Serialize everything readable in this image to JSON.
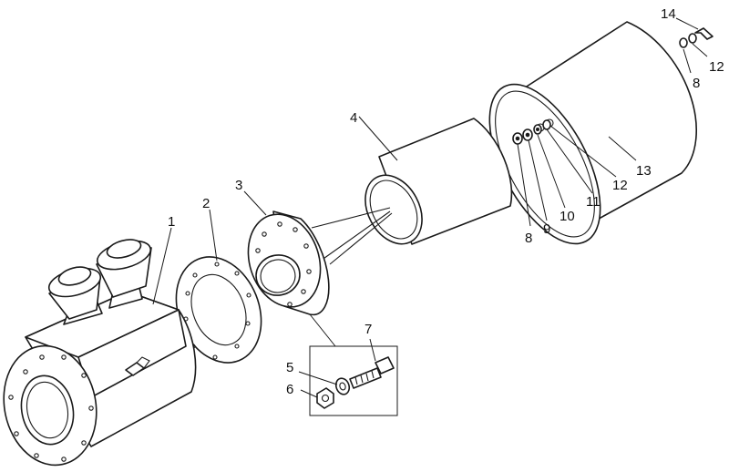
{
  "labels": {
    "l1": "1",
    "l2": "2",
    "l3": "3",
    "l4": "4",
    "l5": "5",
    "l6": "6",
    "l7": "7",
    "l8a": "8",
    "l9": "9",
    "l10": "10",
    "l11": "11",
    "l12a": "12",
    "l13": "13",
    "l8b": "8",
    "l12b": "12",
    "l14": "14"
  },
  "colors": {
    "line": "#1a1a1a",
    "background": "#ffffff"
  }
}
